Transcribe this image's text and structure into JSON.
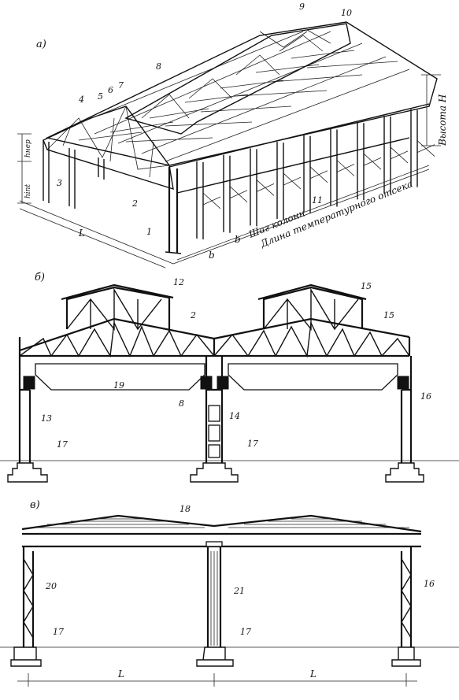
{
  "panels": {
    "a": "а)",
    "b": "б)",
    "c": "в)"
  },
  "annotations": {
    "column_step": "Шаг колонн",
    "bay_length": "Длина температурного отсека",
    "height": "Высота H",
    "h_int": "hint",
    "h_ner": "hнер",
    "span": "L",
    "step": "b"
  },
  "callouts_a": [
    "9",
    "10",
    "8",
    "4",
    "5",
    "6",
    "7",
    "3",
    "2",
    "1",
    "11"
  ],
  "callouts_b": [
    "12",
    "15",
    "2",
    "15",
    "19",
    "8",
    "14",
    "13",
    "16",
    "17",
    "17"
  ],
  "callouts_c": [
    "18",
    "20",
    "21",
    "16",
    "17",
    "17"
  ]
}
